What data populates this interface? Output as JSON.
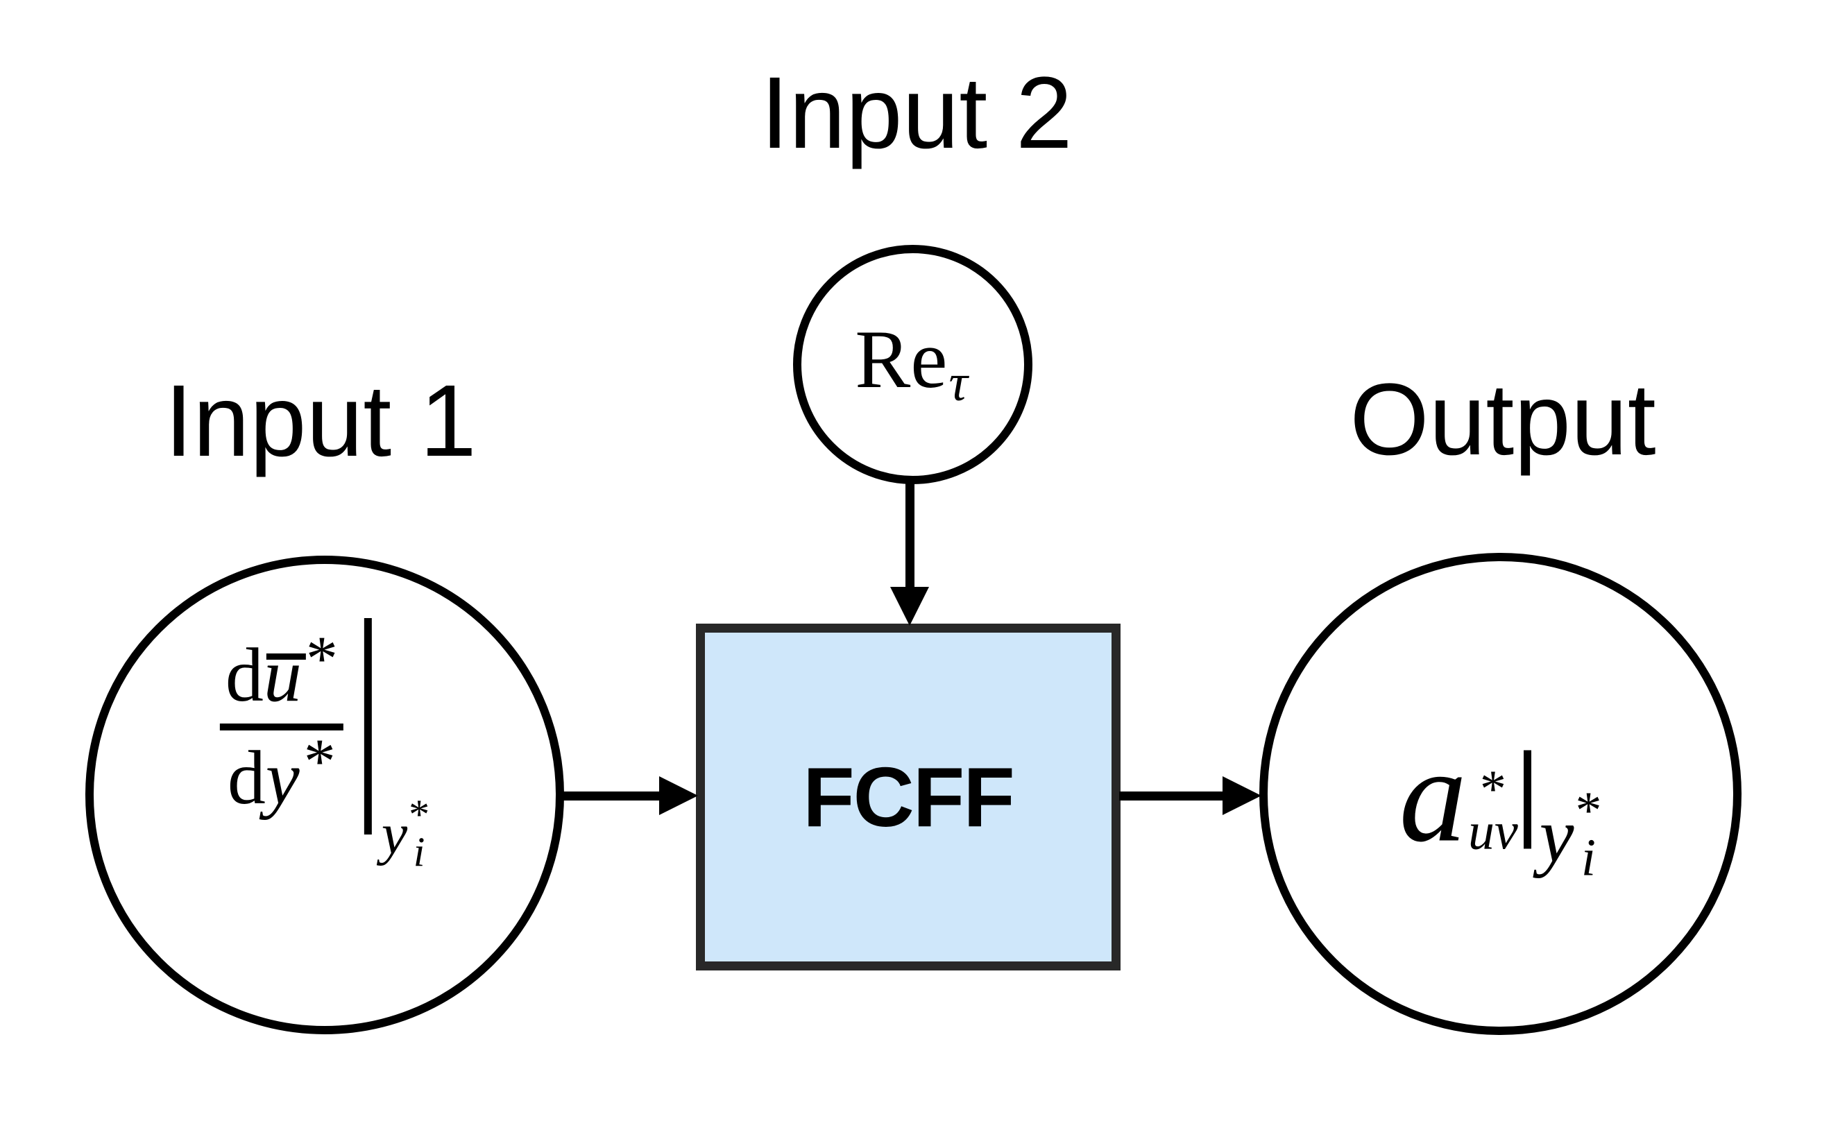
{
  "labels": {
    "input1": "Input 1",
    "input2": "Input 2",
    "output": "Output"
  },
  "box": {
    "label": "FCFF"
  },
  "math": {
    "input1": {
      "num_d": "d",
      "num_u": "u",
      "num_star": "*",
      "den_d": "d",
      "den_y": "y",
      "den_star": "*",
      "at_y": "y",
      "at_star": "*",
      "at_i": "i"
    },
    "input2": {
      "main": "Re",
      "sub": "τ"
    },
    "output": {
      "a": "a",
      "sup_star": "*",
      "sub_uv": "uv",
      "at_y": "y",
      "at_star": "*",
      "at_i": "i"
    }
  },
  "colors": {
    "background": "#ffffff",
    "box_fill": "#cfe7fa",
    "box_border": "#282828",
    "stroke": "#000000",
    "text": "#000000"
  }
}
